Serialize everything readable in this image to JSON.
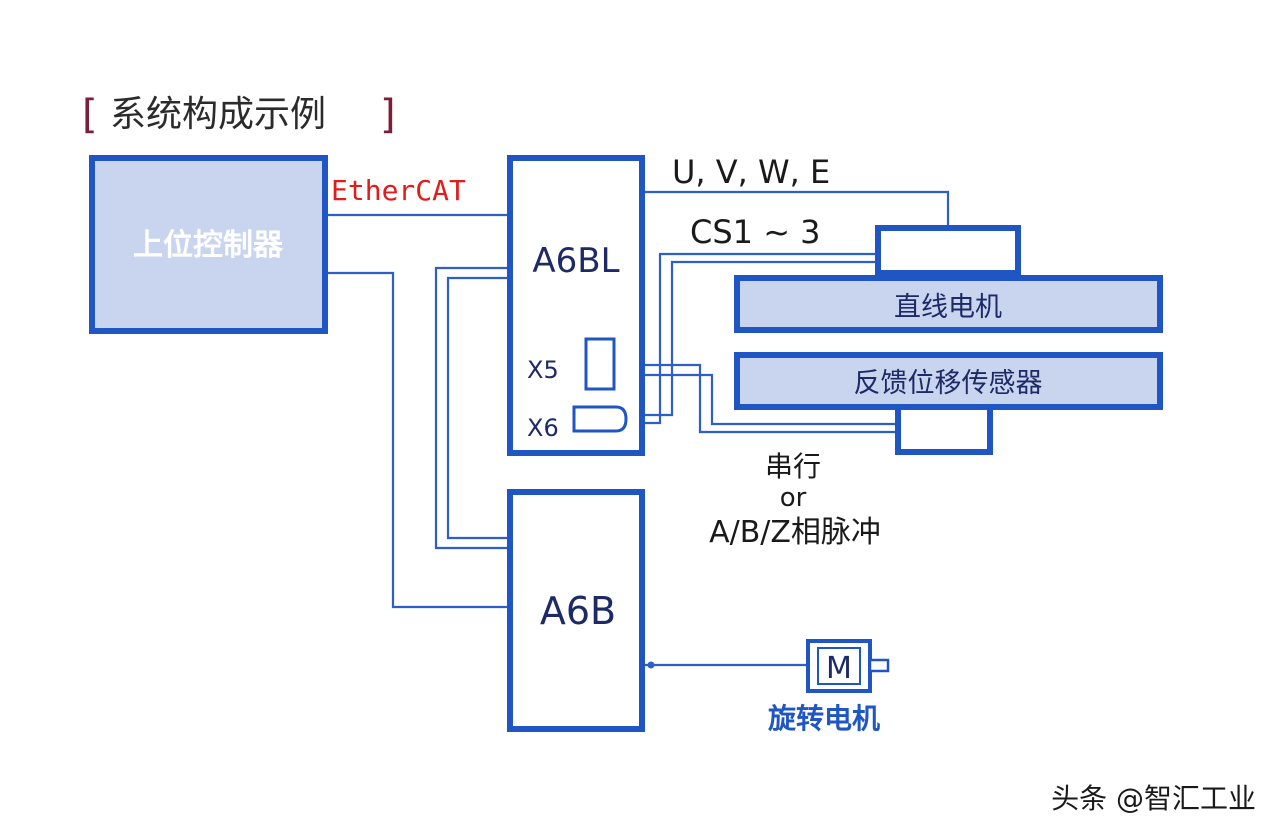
{
  "title": {
    "bracket_open": "[",
    "text": "系统构成示例",
    "bracket_close": "]"
  },
  "host_controller": {
    "label": "上位控制器"
  },
  "bus": {
    "label": "EtherCAT"
  },
  "driver_a6bl": {
    "label": "A6BL",
    "port_x5": "X5",
    "port_x6": "X6"
  },
  "driver_a6b": {
    "label": "A6B"
  },
  "power_lines": {
    "label": "U, V, W, E"
  },
  "hall_lines": {
    "label": "CS1 ~ 3"
  },
  "linear_motor": {
    "label": "直线电机"
  },
  "feedback_sensor": {
    "label": "反馈位移传感器"
  },
  "feedback_signal": {
    "line1": "串行",
    "line2": "or",
    "line3": "A/B/Z相脉冲"
  },
  "rotary_motor": {
    "symbol": "M",
    "label": "旋转电机"
  },
  "watermark": {
    "text": "头条 @智汇工业"
  },
  "colors": {
    "accent": "#1f56c4",
    "box_fill": "#c9d4ef",
    "bus_label": "#e21b1b",
    "title_bracket": "#7a1f3a"
  }
}
